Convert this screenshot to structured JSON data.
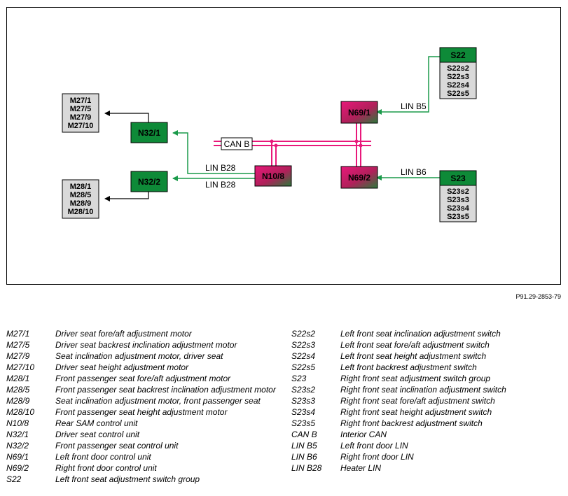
{
  "diagram": {
    "nodes": {
      "n10_8": "N10/8",
      "n69_1": "N69/1",
      "n69_2": "N69/2",
      "n32_1": "N32/1",
      "n32_2": "N32/2",
      "s22": "S22",
      "s23": "S23"
    },
    "groups": {
      "m27": [
        "M27/1",
        "M27/5",
        "M27/9",
        "M27/10"
      ],
      "m28": [
        "M28/1",
        "M28/5",
        "M28/9",
        "M28/10"
      ],
      "s22_switches": [
        "S22s2",
        "S22s3",
        "S22s4",
        "S22s5"
      ],
      "s23_switches": [
        "S23s2",
        "S23s3",
        "S23s4",
        "S23s5"
      ]
    },
    "bus_labels": {
      "can_b": "CAN B",
      "lin_b5": "LIN B5",
      "lin_b6": "LIN B6",
      "lin_b28_upper": "LIN B28",
      "lin_b28_lower": "LIN B28"
    },
    "colors": {
      "control_unit_green": "#0e8a38",
      "can_bus": "#e8187a",
      "lin_line": "#1a9a4a",
      "component_gray": "#d9d9d9"
    },
    "reference": "P91.29-2853-79"
  },
  "legend": {
    "left": [
      {
        "code": "M27/1",
        "desc": "Driver seat fore/aft adjustment motor"
      },
      {
        "code": "M27/5",
        "desc": "Driver seat backrest inclination adjustment motor"
      },
      {
        "code": "M27/9",
        "desc": "Seat inclination adjustment motor, driver seat"
      },
      {
        "code": "M27/10",
        "desc": "Driver seat height adjustment motor"
      },
      {
        "code": "M28/1",
        "desc": "Front passenger seat fore/aft adjustment motor"
      },
      {
        "code": "M28/5",
        "desc": "Front passenger seat backrest inclination adjustment motor"
      },
      {
        "code": "M28/9",
        "desc": "Seat inclination adjustment motor, front passenger seat"
      },
      {
        "code": "M28/10",
        "desc": "Front passenger seat height adjustment motor"
      },
      {
        "code": "N10/8",
        "desc": "Rear SAM control unit"
      },
      {
        "code": "N32/1",
        "desc": "Driver seat control unit"
      },
      {
        "code": "N32/2",
        "desc": "Front passenger seat control unit"
      },
      {
        "code": "N69/1",
        "desc": "Left front door control unit"
      },
      {
        "code": "N69/2",
        "desc": "Right front door control unit"
      },
      {
        "code": "S22",
        "desc": "Left front seat adjustment switch group"
      }
    ],
    "right": [
      {
        "code": "S22s2",
        "desc": "Left front seat inclination adjustment switch"
      },
      {
        "code": "S22s3",
        "desc": "Left front seat fore/aft adjustment switch"
      },
      {
        "code": "S22s4",
        "desc": "Left front seat height adjustment switch"
      },
      {
        "code": "S22s5",
        "desc": "Left front backrest adjustment switch"
      },
      {
        "code": "S23",
        "desc": "Right front seat adjustment switch group"
      },
      {
        "code": "S23s2",
        "desc": "Right front seat inclination adjustment switch"
      },
      {
        "code": "S23s3",
        "desc": "Right front seat fore/aft adjustment switch"
      },
      {
        "code": "S23s4",
        "desc": "Right front seat height adjustment switch"
      },
      {
        "code": "S23s5",
        "desc": "Right front backrest adjustment switch"
      },
      {
        "code": "CAN B",
        "desc": "Interior CAN"
      },
      {
        "code": "LIN B5",
        "desc": "Left front door LIN"
      },
      {
        "code": "LIN B6",
        "desc": "Right front door LIN"
      },
      {
        "code": "LIN B28",
        "desc": "Heater LIN"
      }
    ]
  }
}
